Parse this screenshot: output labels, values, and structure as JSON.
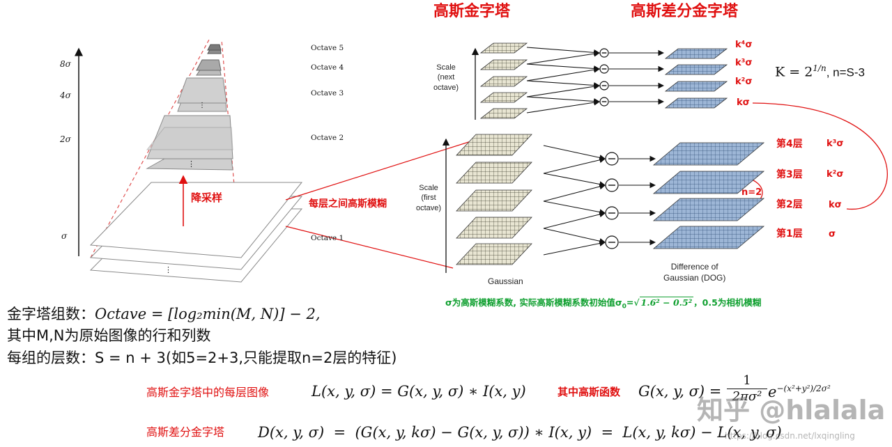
{
  "titles": {
    "gaussian_pyramid": "高斯金字塔",
    "dog_pyramid": "高斯差分金字塔"
  },
  "left_pyramid": {
    "scale_labels": [
      "8σ",
      "4σ",
      "2σ",
      "σ"
    ],
    "octave_labels": [
      "Octave 5",
      "Octave 4",
      "Octave 3",
      "Octave 2",
      "Octave 1"
    ],
    "downsample_label": "降采样",
    "dots": "⋮"
  },
  "blur_between_layers": "每层之间高斯模糊",
  "right_diagram": {
    "scale_next_octave": "Scale\n(next\noctave)",
    "scale_first_octave": "Scale\n(first\noctave)",
    "gaussian_label": "Gaussian",
    "dog_label": "Difference of\nGaussian (DOG)",
    "upper_sigmas": [
      "k⁴σ",
      "k³σ",
      "k²σ",
      "kσ"
    ],
    "layer_names": [
      "第4层",
      "第3层",
      "第2层",
      "第1层"
    ],
    "lower_sigmas": [
      "k³σ",
      "k²σ",
      "kσ",
      "σ"
    ],
    "n_label": "n=2",
    "k_formula": "K = 2",
    "k_exp": "1/n",
    "k_suffix": ", n=S-3",
    "minus": "−"
  },
  "sigma_note": {
    "prefix": "σ为高斯模糊系数, 实际高斯模糊系数初始值σ",
    "sub": "0",
    "mid": "=",
    "sqrt_body": "1.6² − 0.5²",
    "suffix": "，0.5为相机模糊"
  },
  "text_block": {
    "line1_prefix": "金字塔组数：",
    "line1_formula": "Octave = [log₂min(M, N)] − 2,",
    "line2": "其中M,N为原始图像的行和列数",
    "line3": "每组的层数：S = n + 3(如5=2+3,只能提取n=2层的特征)"
  },
  "formulas": {
    "layer_label": "高斯金字塔中的每层图像",
    "layer_formula": "L(x, y, σ) = G(x, y, σ) ∗ I(x, y)",
    "gauss_label": "其中高斯函数",
    "gauss_formula_left": "G(x, y, σ) =",
    "gauss_num": "1",
    "gauss_den": "2πσ²",
    "gauss_e": "e",
    "gauss_exp": "−(x²+y²)/2σ²",
    "dog_label": "高斯差分金字塔",
    "dog_formula": "D(x, y, σ)  =  (G(x, y, kσ) − G(x, y, σ)) ∗ I(x, y)  =  L(x, y, kσ) − L(x, y, σ)"
  },
  "watermark": {
    "main": "知乎 @hlalala",
    "url": "https://blog.csdn.net/lxqingling"
  },
  "colors": {
    "red": "#e01010",
    "green": "#10a030",
    "grid_gaussian": "#d4d0b8",
    "grid_dog": "#7a9cc4",
    "plane_gray": "#cfcfcf"
  }
}
